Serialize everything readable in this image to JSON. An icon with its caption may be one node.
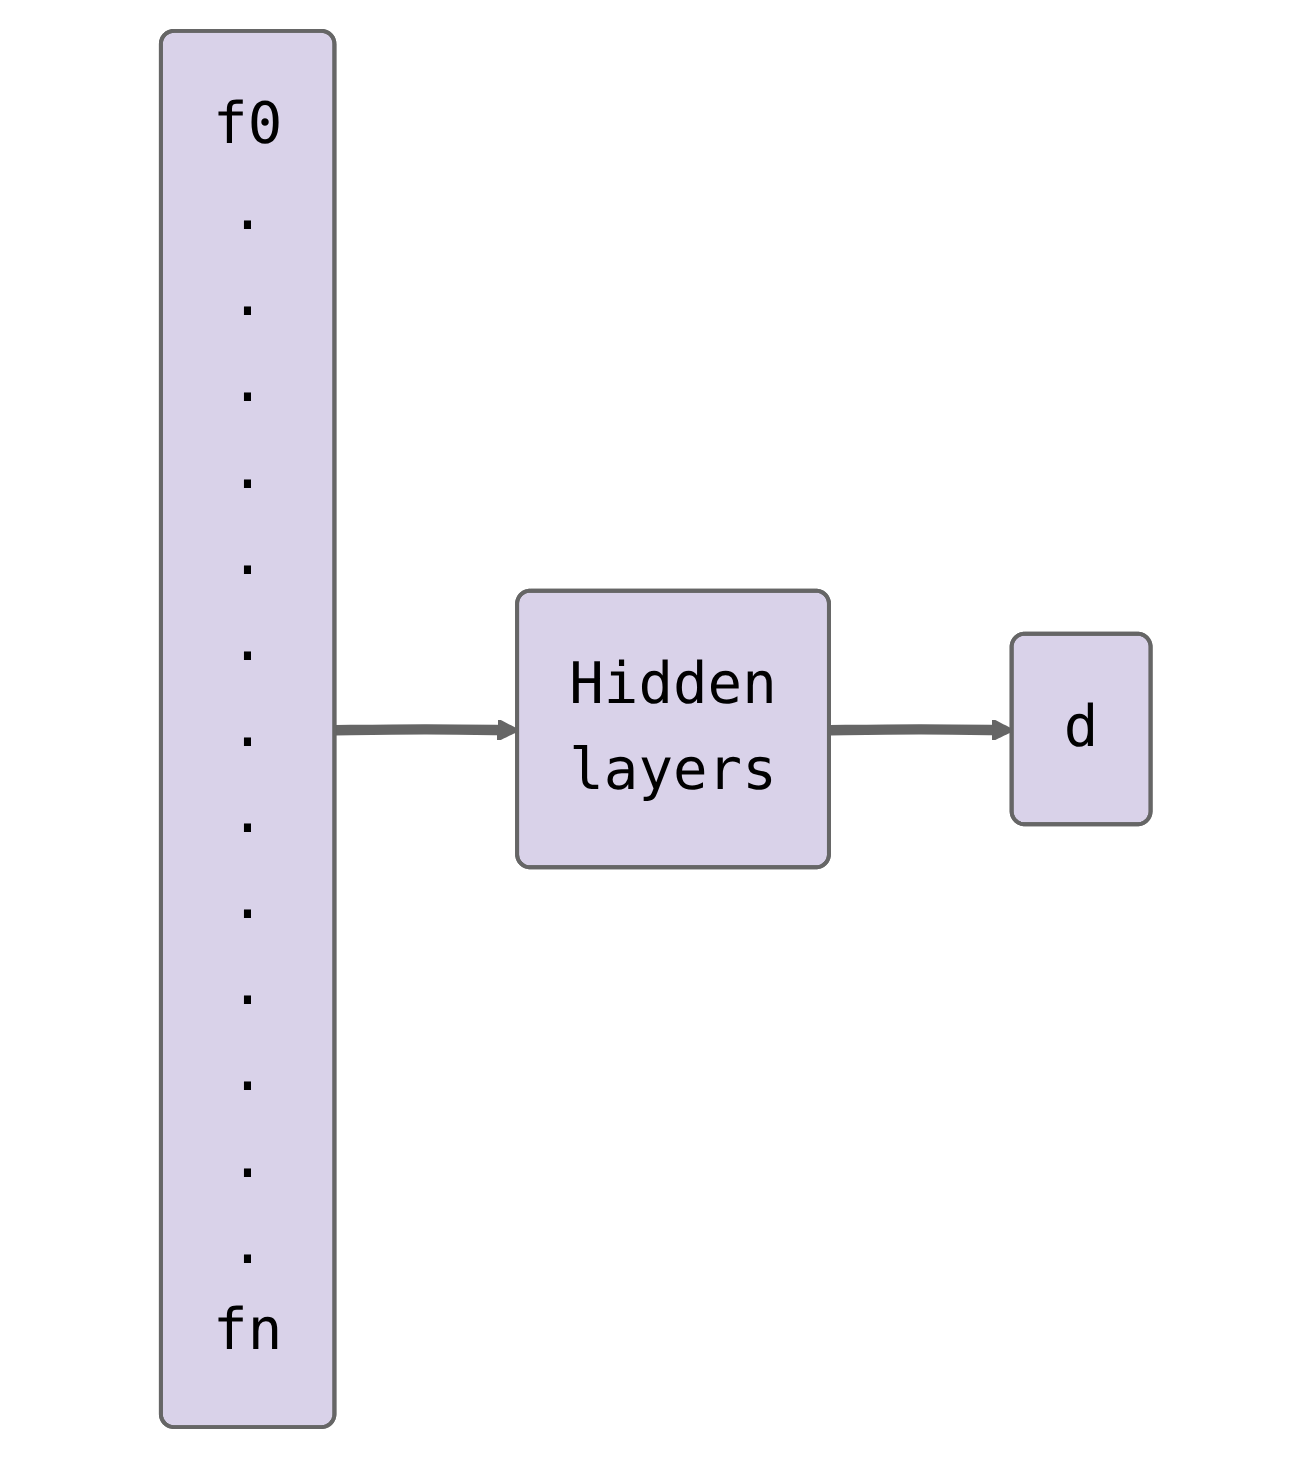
{
  "diagram": {
    "nodes": [
      {
        "text": [
          "f0 . . . . . . . . . . . . . fn"
        ]
      },
      {
        "text": [
          "Hidden layers"
        ]
      },
      {
        "text": [
          "d"
        ]
      }
    ],
    "edges": [
      {
        "from": 0,
        "to": 1,
        "arrow": "to"
      },
      {
        "from": 1,
        "to": 2,
        "arrow": "to"
      }
    ]
  }
}
